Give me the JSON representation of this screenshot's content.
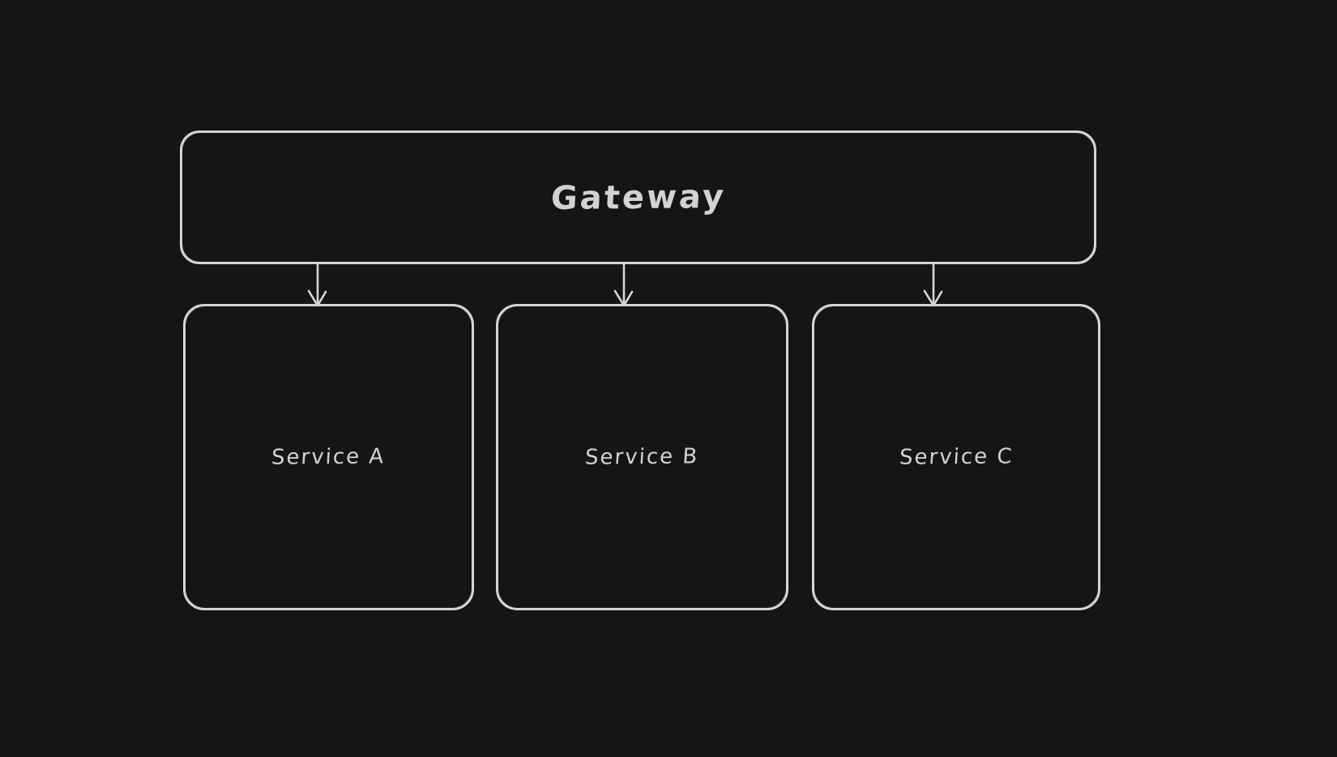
{
  "canvas": {
    "background_color": "#151515",
    "stroke_color": "#d5d5d5",
    "text_color": "#d2d2d2"
  },
  "diagram": {
    "gateway": {
      "label": "Gateway"
    },
    "services": [
      {
        "label": "Service A"
      },
      {
        "label": "Service B"
      },
      {
        "label": "Service C"
      }
    ],
    "connectors": [
      {
        "name": "gateway-to-service-a",
        "direction": "down"
      },
      {
        "name": "gateway-to-service-b",
        "direction": "down"
      },
      {
        "name": "gateway-to-service-c",
        "direction": "down"
      }
    ]
  }
}
